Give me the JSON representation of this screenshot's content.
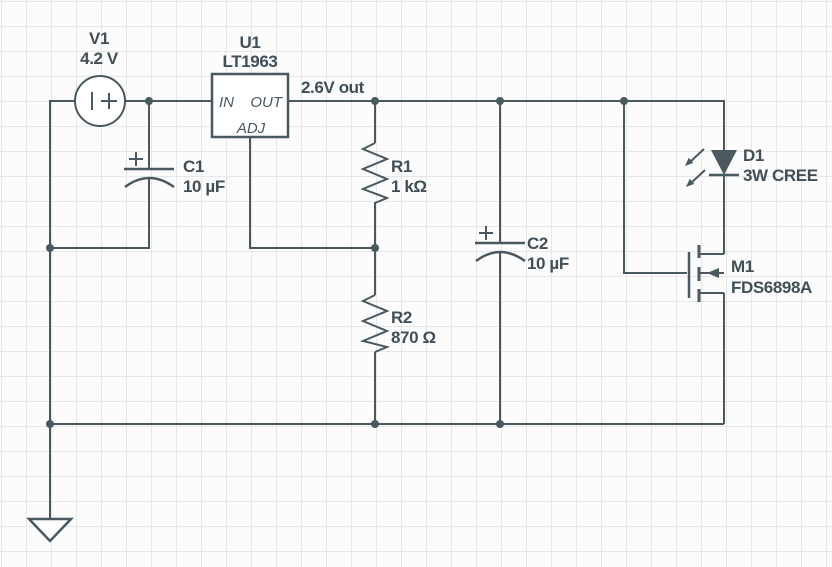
{
  "colors": {
    "wire": "#4a5860",
    "text": "#424f57",
    "grid": "#e7e7e7",
    "background": "#fcfcfc"
  },
  "net_labels": {
    "vout": "2.6V out"
  },
  "components": {
    "v1": {
      "ref": "V1",
      "value": "4.2 V",
      "type": "dc-voltage-source"
    },
    "u1": {
      "ref": "U1",
      "value": "LT1963",
      "type": "voltage-regulator",
      "pins": {
        "in": "IN",
        "out": "OUT",
        "adj": "ADJ"
      }
    },
    "c1": {
      "ref": "C1",
      "value": "10 µF",
      "type": "polarized-capacitor"
    },
    "r1": {
      "ref": "R1",
      "value": "1 kΩ",
      "type": "resistor"
    },
    "r2": {
      "ref": "R2",
      "value": "870 Ω",
      "type": "resistor"
    },
    "c2": {
      "ref": "C2",
      "value": "10 µF",
      "type": "polarized-capacitor"
    },
    "d1": {
      "ref": "D1",
      "value": "3W CREE",
      "type": "led"
    },
    "m1": {
      "ref": "M1",
      "value": "FDS6898A",
      "type": "n-mosfet"
    }
  }
}
